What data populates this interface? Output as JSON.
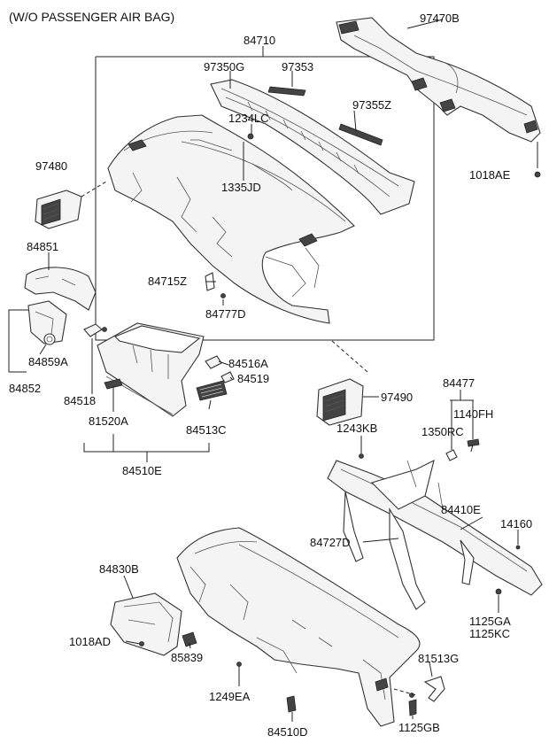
{
  "header": {
    "title": "(W/O PASSENGER AIR BAG)"
  },
  "labels": {
    "p84710": "84710",
    "p97470B": "97470B",
    "p97350G": "97350G",
    "p97353": "97353",
    "p97355Z": "97355Z",
    "p1234LC": "1234LC",
    "p1335JD": "1335JD",
    "p97480": "97480",
    "p1018AE": "1018AE",
    "p84851": "84851",
    "p84715Z": "84715Z",
    "p84777D": "84777D",
    "p84859A": "84859A",
    "p84852": "84852",
    "p84516A": "84516A",
    "p84519": "84519",
    "p84518": "84518",
    "p81520A": "81520A",
    "p84513C": "84513C",
    "p84510E": "84510E",
    "p97490": "97490",
    "p84477": "84477",
    "p1140FH": "1140FH",
    "p1243KB": "1243KB",
    "p1350RC": "1350RC",
    "p84410E": "84410E",
    "p14160": "14160",
    "p84727D": "84727D",
    "p84830B": "84830B",
    "p1125GA": "1125GA",
    "p1125KC": "1125KC",
    "p1018AD": "1018AD",
    "p85839": "85839",
    "p81513G": "81513G",
    "p1249EA": "1249EA",
    "p1125GB": "1125GB",
    "p84510D": "84510D"
  },
  "colors": {
    "line": "#222222",
    "part_fill": "#f4f4f4",
    "background": "#ffffff"
  }
}
